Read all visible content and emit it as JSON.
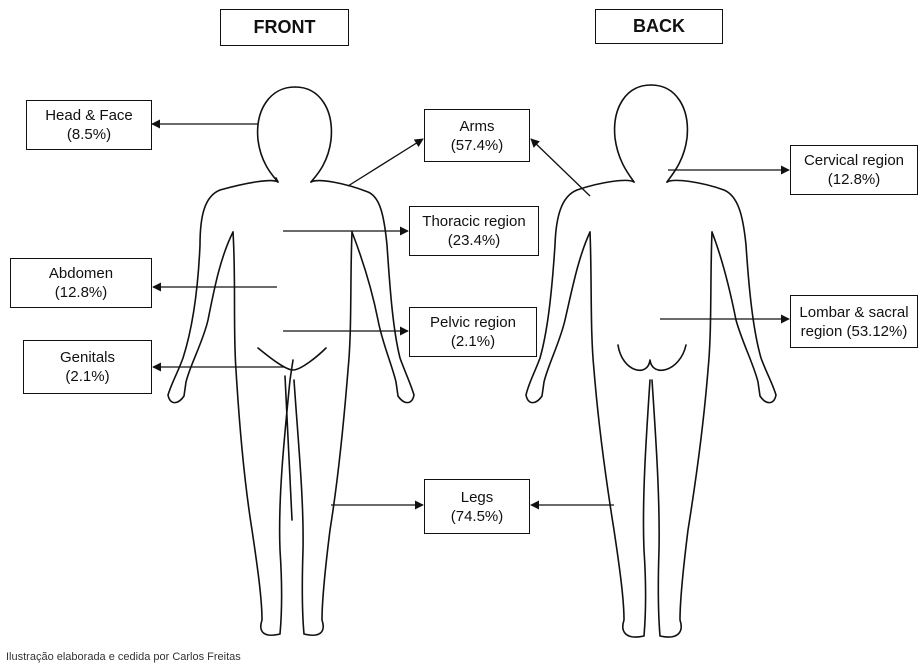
{
  "front": "FRONT",
  "back": "BACK",
  "regions": {
    "head": {
      "name": "Head & Face",
      "pct": "(8.5%)"
    },
    "arms": {
      "name": "Arms",
      "pct": "(57.4%)"
    },
    "cervical": {
      "name": "Cervical region",
      "pct": "(12.8%)"
    },
    "thoracic": {
      "name": "Thoracic region",
      "pct": "(23.4%)"
    },
    "abdomen": {
      "name": "Abdomen",
      "pct": "(12.8%)"
    },
    "pelvic": {
      "name": "Pelvic region",
      "pct": "(2.1%)"
    },
    "lombar": {
      "name": "Lombar & sacral",
      "pct": "region (53.12%)"
    },
    "genitals": {
      "name": "Genitals",
      "pct": "(2.1%)"
    },
    "legs": {
      "name": "Legs",
      "pct": "(74.5%)"
    }
  },
  "credit": "Ilustração elaborada e cedida por Carlos Freitas"
}
